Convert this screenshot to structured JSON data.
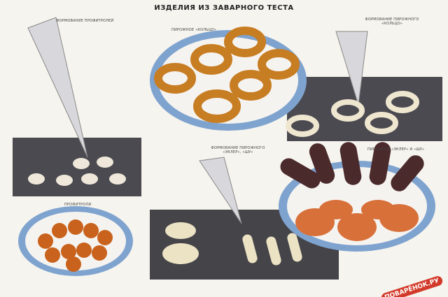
{
  "title": "ИЗДЕЛИЯ ИЗ ЗАВАРНОГО ТЕСТА",
  "labels": {
    "profiterole_forming": "ФОРМОВАНИЕ ПРОФИТРОЛЕЙ",
    "ring_pastry": "ПИРОЖНОЕ «КОЛЬЦО»",
    "ring_forming": "ФОРМОВАНИЕ ПИРОЖНОГО «КОЛЬЦО»",
    "eclair_forming": "ФОРМОВАНИЕ ПИРОЖНОГО «ЭКЛЕР», «ШУ»",
    "eclair_pastry": "ПИРОЖНОЕ «ЭКЛЕР» И «ШУ»",
    "profiteroles": "ПРОФИТРОЛИ"
  },
  "watermark": "ПОВАРЁНОК.РУ"
}
